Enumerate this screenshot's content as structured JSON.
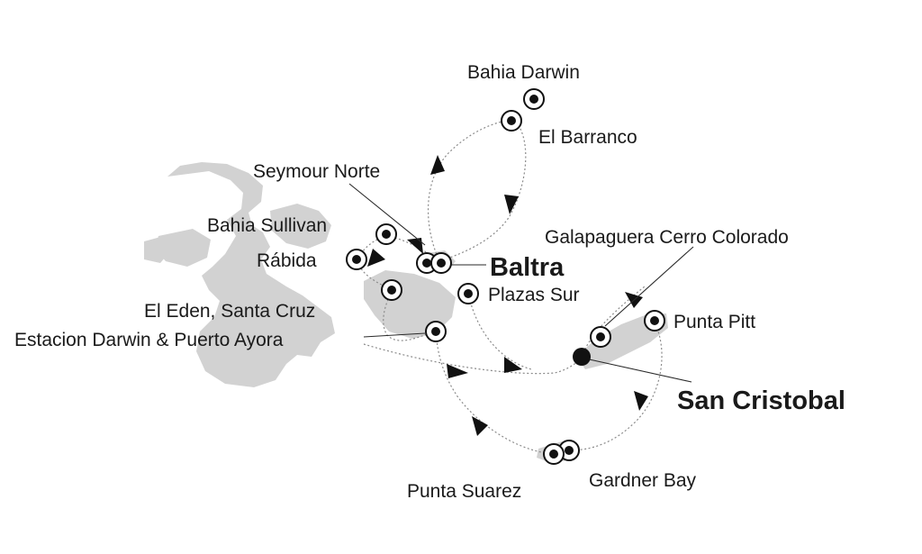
{
  "ports": {
    "bahia_darwin": "Bahia Darwin",
    "el_barranco": "El Barranco",
    "seymour_norte": "Seymour Norte",
    "bahia_sullivan": "Bahia Sullivan",
    "rabida": "Rábida",
    "baltra": "Baltra",
    "galapaguera": "Galapaguera Cerro Colorado",
    "plazas_sur": "Plazas Sur",
    "el_eden": "El Eden, Santa Cruz",
    "estacion_darwin": "Estacion Darwin & Puerto Ayora",
    "punta_pitt": "Punta Pitt",
    "san_cristobal": "San Cristobal",
    "punta_suarez": "Punta Suarez",
    "gardner_bay": "Gardner Bay"
  },
  "colors": {
    "land": "#d2d2d2",
    "route": "#8a8a8a",
    "marker": "#111111",
    "text": "#1a1a1a"
  },
  "icons": {
    "port_marker": "circled-dot",
    "embark_marker": "filled-dot",
    "direction": "arrowhead"
  }
}
